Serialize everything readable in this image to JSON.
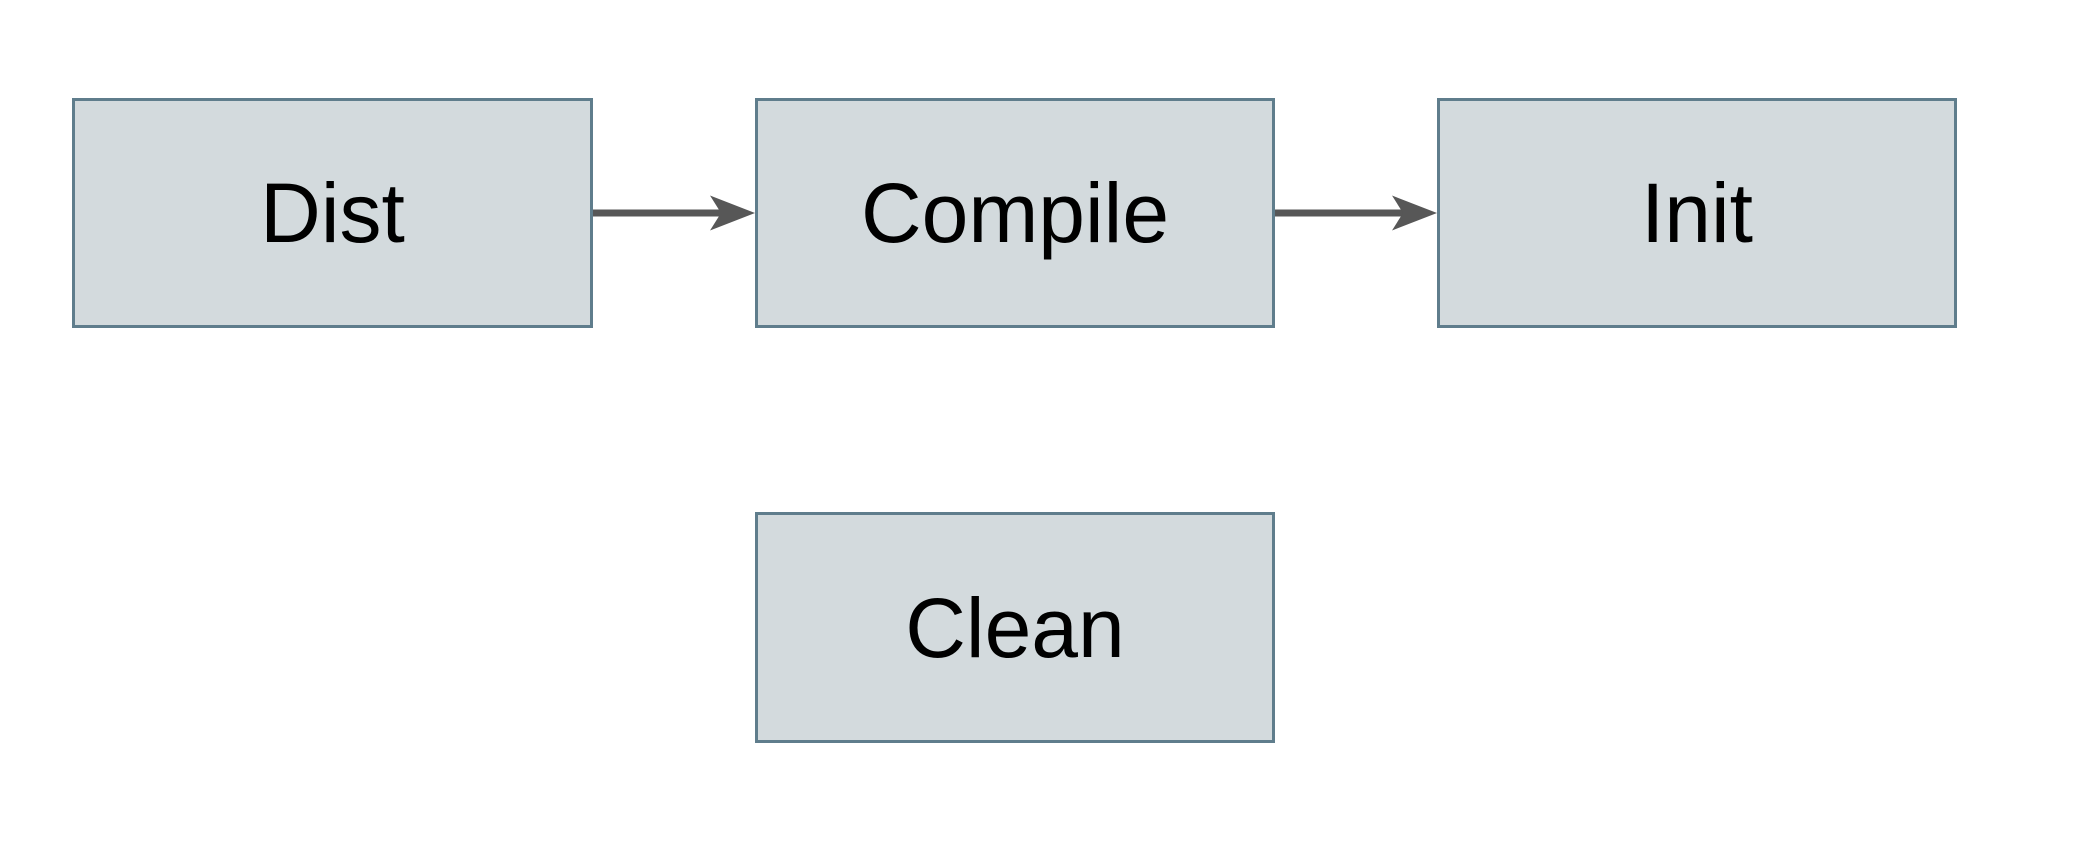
{
  "diagram": {
    "title": "build-tasks-flow",
    "nodes": [
      {
        "id": "dist",
        "label": "Dist"
      },
      {
        "id": "compile",
        "label": "Compile"
      },
      {
        "id": "init",
        "label": "Init"
      },
      {
        "id": "clean",
        "label": "Clean"
      }
    ],
    "edges": [
      {
        "from": "dist",
        "to": "compile",
        "direction": "right"
      },
      {
        "from": "compile",
        "to": "init",
        "direction": "right"
      }
    ],
    "colors": {
      "node_fill": "#d3dadd",
      "node_border": "#5f7d8c",
      "arrow": "#575757",
      "label_text": "#000000",
      "background": "#ffffff"
    }
  }
}
